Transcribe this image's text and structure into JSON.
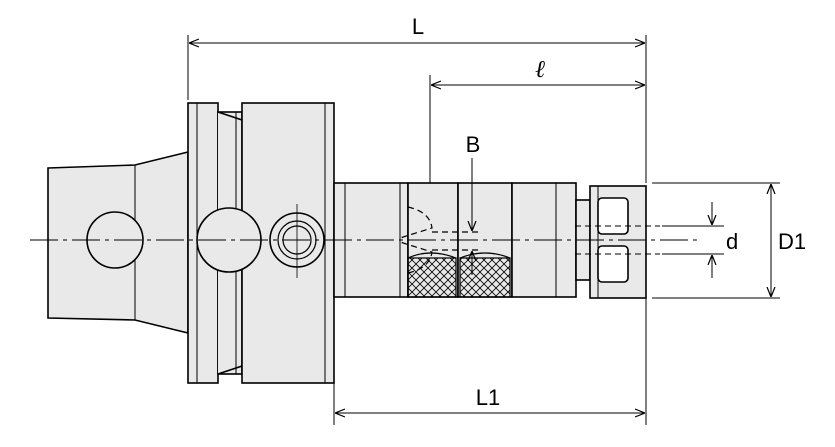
{
  "labels": {
    "overall_length": "L",
    "gauge_length": "ℓ",
    "body_length": "L1",
    "diameter_label": "D1",
    "bore_label": "d",
    "bore_ref": "B"
  },
  "colors": {
    "outline": "#000000",
    "body_fill": "#e9e9e9",
    "knurl_fill": "#ffffff",
    "background": "#ffffff"
  }
}
